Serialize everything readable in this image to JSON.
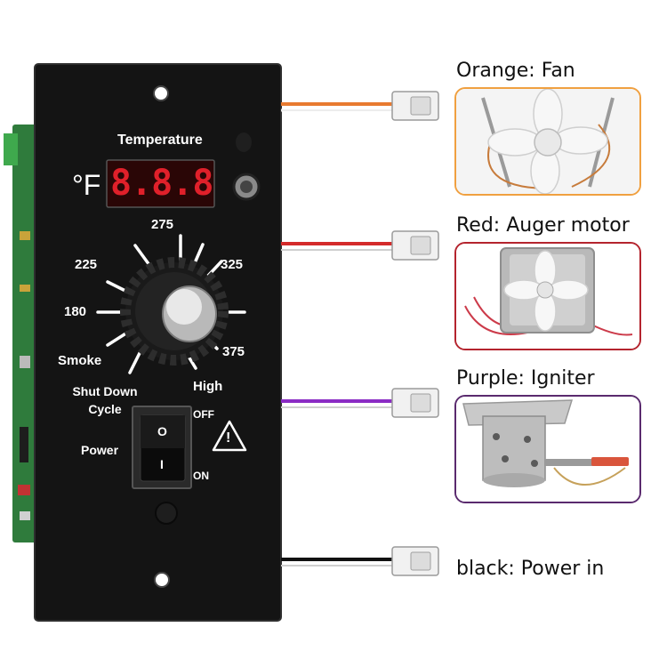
{
  "panel": {
    "temperature_label": "Temperature",
    "unit_symbol": "°F",
    "display_value": "8.8.8",
    "dial_labels": {
      "t180": "180",
      "t225": "225",
      "t275": "275",
      "t325": "325",
      "t375": "375",
      "smoke": "Smoke",
      "high": "High",
      "shutdown_line1": "Shut Down",
      "shutdown_line2": "Cycle"
    },
    "power_label": "Power",
    "switch_off": "OFF",
    "switch_on": "ON",
    "switch_top_glyph": "O",
    "switch_bottom_glyph": "I",
    "warning_glyph": "!",
    "colors": {
      "panel": "#141414",
      "display_red": "#e0202a",
      "text": "#ffffff"
    }
  },
  "components": [
    {
      "label": "Orange: Fan",
      "wire_color": "#e87a30",
      "border_color": "#f0a040",
      "icon": "fan-icon"
    },
    {
      "label": "Red: Auger motor",
      "wire_color": "#d42a2a",
      "border_color": "#b4242e",
      "icon": "auger-motor-icon"
    },
    {
      "label": "Purple: Igniter",
      "wire_color": "#8a2bc4",
      "border_color": "#5a2a6e",
      "icon": "igniter-icon"
    },
    {
      "label": "black: Power in",
      "wire_color": "#111111",
      "border_color": "",
      "icon": "power-plug-icon"
    }
  ]
}
